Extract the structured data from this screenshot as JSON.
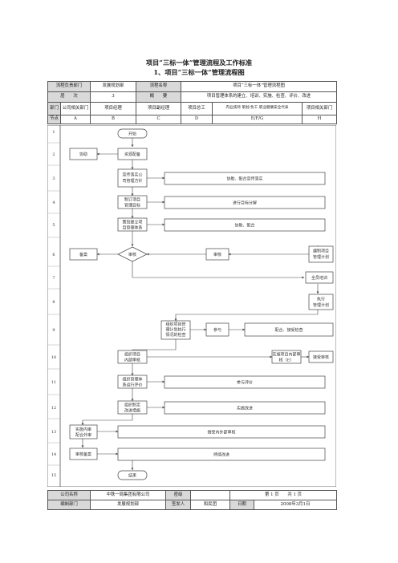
{
  "doc": {
    "title_line1": "项目“三标一体”管理流程及工作标准",
    "title_line2": "1、项目“三标一体”管理流程图"
  },
  "header": {
    "owner_label": "流程负责部门",
    "owner_value": "发展规划部",
    "name_label": "流程名称",
    "name_value": "项目“三标一体”管理流程图",
    "level_label": "层　　次",
    "level_value": "3",
    "summary_label": "概　　要",
    "summary_value": "项目管理体系的建立、培训、实施、检查、评价、改进",
    "dept_label": "部门",
    "departments": [
      "公司相关部门",
      "项目经理",
      "项目副经理",
      "项目总工",
      "内业技师 策划/负工 职业健康安全代表",
      "项目相关部门"
    ],
    "node_label": "节点",
    "columns": [
      "A",
      "B",
      "C",
      "D",
      "E/F/G",
      "H"
    ]
  },
  "rows": [
    "1",
    "2",
    "3",
    "4",
    "5",
    "6",
    "7",
    "8",
    "9",
    "10",
    "11",
    "12",
    "13",
    "14",
    "15"
  ],
  "flow": {
    "start": "开始",
    "end": "结束",
    "n2a": "协助",
    "n2b": "资源配备",
    "n3b": "宣传落实公司管理方针",
    "n3wide": "协助、配合宣传落实",
    "n4b": "制订项目管理目标",
    "n4wide": "进行目标分解",
    "n5b": "策划建立项目管理体系",
    "n5wide": "协助、配合",
    "n6a": "备案",
    "n6b": "审核",
    "n6d": "审核",
    "n6h": "编制项目管理计划",
    "n7h": "全员培训",
    "n8h": "执行管理计划",
    "n9c": "组织项目管理计划执行情况的检查",
    "n9d": "参与",
    "n9wide": "配合、接受检查",
    "n10c": "组织项目内部审核",
    "n10e": "实施项目内部审核（E）",
    "n10h": "接受审核",
    "n11c": "组织管理体系运行评价",
    "n11wide": "参与评价",
    "n12c": "组织制定改进措施",
    "n12wide": "实施改进",
    "n13a": "实施内审配合外审",
    "n13wide": "接受内外部审核",
    "n14a": "审核备案",
    "n14wide": "持续改进"
  },
  "footer": {
    "company_label": "公司名称",
    "company_value": "中铁一局集团有限公司",
    "secret_label": "密级",
    "secret_value": "",
    "page_value": "第 1 页　　共 1 页",
    "dept_label": "编制部门",
    "dept_value": "发展规划部",
    "issuer_label": "签发人",
    "issuer_value": "和民团",
    "date_label": "日期",
    "date_value": "2008年3月1日"
  }
}
